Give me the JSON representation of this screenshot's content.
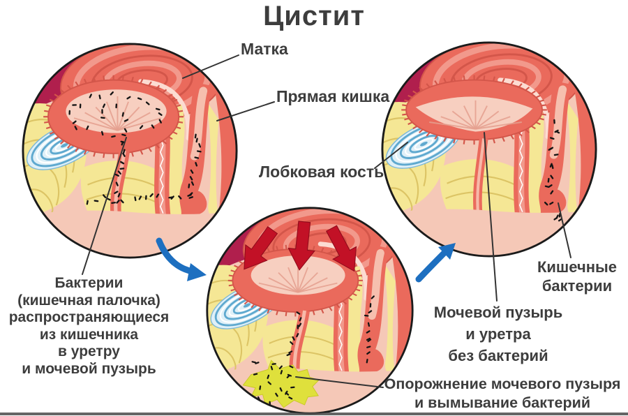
{
  "title": "Цистит",
  "labels": {
    "uterus": "Матка",
    "rectum": "Прямая кишка",
    "pubic_bone": "Лобковая кость",
    "bacteria_spread": "Бактерии\n(кишечная палочка)\nраспространяющиеся\nиз кишечника\nв уретру\nи мочевой пузырь",
    "intestinal_bacteria": "Кишечные\nбактерии",
    "bladder_no_bacteria": "Мочевой пузырь\nи уретра\nбез бактерий",
    "bladder_emptying": "Опорожнение мочевого пузыря\nи вымывание бактерий"
  },
  "palette": {
    "text": "#3d3d3d",
    "leader": "#333333",
    "blue_arrow": "#1d6fc0",
    "red_arrow": "#c21126",
    "red_arrow_edge": "#8e0b1b",
    "outline": "#1b1b1b",
    "skin": "#f5c8b7",
    "crimson": "#b01f4d",
    "salmon": "#ea6a5c",
    "salmon_dark": "#d3564a",
    "salmon_light": "#f2998c",
    "inner_pink": "#f7cfc0",
    "fan_line": "#e5a08f",
    "canal_light": "#fcdcd2",
    "yellow": "#f5e795",
    "yellow_stripe": "#dcc465",
    "bone_blue": "#5fa9cf",
    "bone_light": "#dff0f8",
    "bone_edge": "#7fb9d8",
    "urine": "#dfe03c",
    "urine_edge": "#c9c922",
    "bacteria": "#141414"
  }
}
